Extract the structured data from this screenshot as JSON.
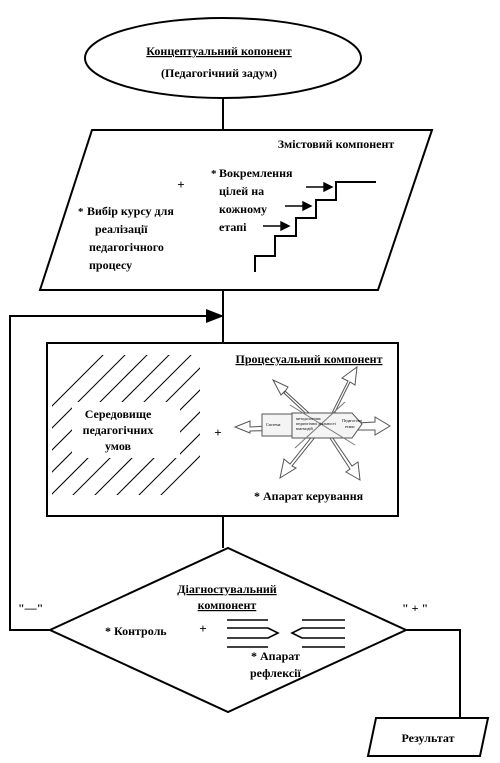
{
  "conceptual": {
    "title": "Концептуальний копонент",
    "subtitle": "(Педагогічний задум)"
  },
  "content": {
    "title": "Змістовий компонент",
    "plus": "+",
    "left_star": "*",
    "left_lines": [
      "Вибір курсу для",
      "реалізації",
      "педагогічного",
      "процесу"
    ],
    "right_star": "*",
    "right_lines": [
      "Вокремлення",
      "цілей на",
      "кожному",
      "етапі"
    ]
  },
  "process": {
    "title": "Процесуальний компонент",
    "env_lines": [
      "Середовище",
      "педагогічних",
      "умов"
    ],
    "plus": "+",
    "apparatus": "* Апарат керування",
    "fig_tiny": [
      "Система",
      "методологічна",
      "педагогічної діяльності",
      "взаємодій",
      "Педагогічні",
      "етапи"
    ]
  },
  "diagnostic": {
    "title_line1": "Діагностувальний",
    "title_line2": "компонент",
    "control": "* Контроль",
    "plus": "+",
    "reflex_line1": "* Апарат",
    "reflex_line2": "рефлексії"
  },
  "branches": {
    "minus": "\"—\"",
    "plus": "\" + \""
  },
  "result": "Результат"
}
